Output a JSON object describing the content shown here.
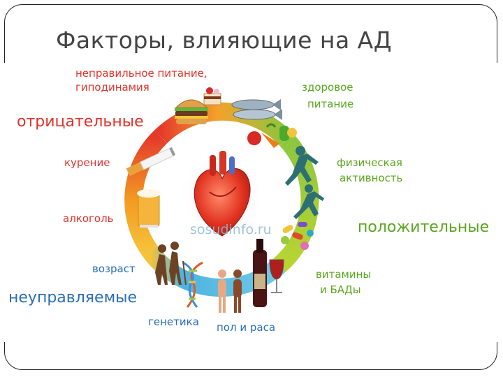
{
  "title": "Факторы, влияющие на АД",
  "categories": {
    "negative": "отрицательные",
    "positive": "положительные",
    "uncontrollable": "неуправляемые"
  },
  "factors": {
    "diet_line1": "неправильное питание,",
    "diet_line2": "гиподинамия",
    "smoking": "курение",
    "alcohol": "алкоголь",
    "age": "возраст",
    "genetics": "генетика",
    "sex_race": "пол и раса",
    "healthy_food_line1": "здоровое",
    "healthy_food_line2": "питание",
    "activity_line1": "физическая",
    "activity_line2": "активность",
    "vitamins_line1": "витамины",
    "vitamins_line2": "и БАДы"
  },
  "watermark": "sosudinfo.ru",
  "colors": {
    "negative": "#e0322a",
    "positive": "#5aa61f",
    "uncontrollable": "#2a6fb7",
    "ring_red": "#e53a2b",
    "ring_orange": "#f39a22",
    "ring_green": "#8cc63f",
    "ring_blue": "#4fb3e0"
  },
  "icons": [
    "burger-icon",
    "cake-icon",
    "fish-icon",
    "vegetables-icon",
    "runner-icon",
    "vitamins-icon",
    "wine-icon",
    "human-figures-icon",
    "dna-icon",
    "elderly-couple-icon",
    "beer-icon",
    "cigarette-icon",
    "heart-icon"
  ]
}
